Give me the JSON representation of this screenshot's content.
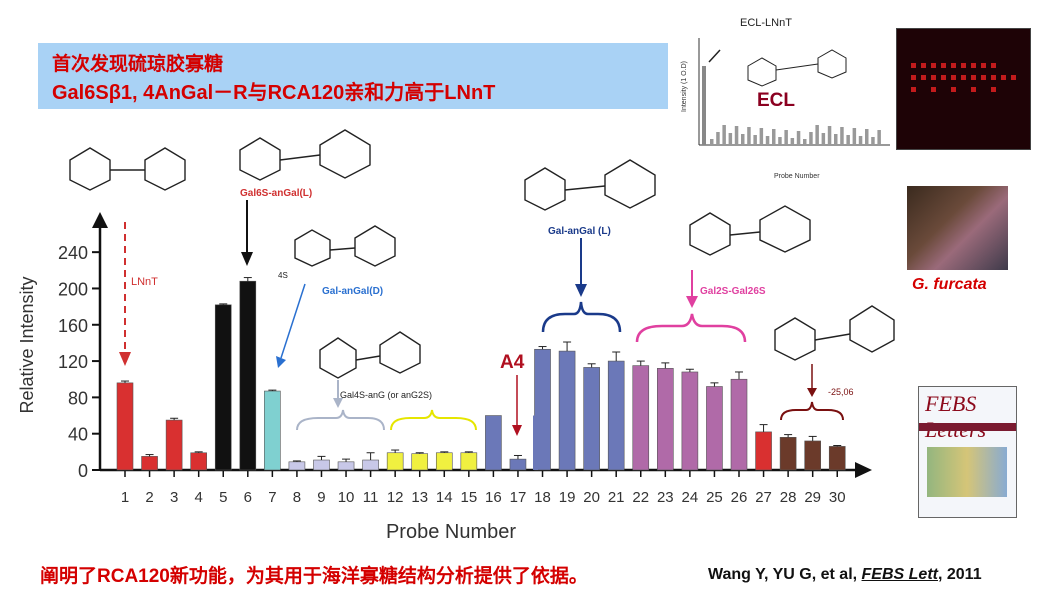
{
  "title": {
    "line1": "首次发现硫琼胶寡糖",
    "line2": "Gal6Sβ1, 4AnGal－R与RCA120亲和力高于LNnT"
  },
  "conclusion": "阐明了RCA120新功能，为其用于海洋寡糖结构分析提供了依据。",
  "citation": {
    "authors": "Wang Y, YU G, et al, ",
    "journal": "FEBS Lett",
    "year": ", 2011"
  },
  "species_label": "G. furcata",
  "ecl_label": "ECL",
  "journal_cover_title": "FEBS Letters",
  "colors": {
    "red": "#d93030",
    "black": "#111111",
    "teal": "#7fd0d0",
    "lavender": "#c8c8e8",
    "yellow": "#f0f040",
    "blue": "#6b78b8",
    "pink": "#b06aa8",
    "brown": "#6b3a2a"
  },
  "annotations": {
    "lnnt": "LNnT",
    "gal6s": "Gal6S-anGal(L)",
    "galangal_d": "Gal-anGal(D)",
    "gal4s": "Gal4S-anG (or anG2S)",
    "a4": "A4",
    "galangal_l": "Gal-anGal (L)",
    "gal2s": "Gal2S-Gal26S",
    "neg": "-25,06",
    "struct_4s": "4S",
    "inset_title": "ECL-LNnT",
    "inset_ylabel": "Intensity (1 O.D)",
    "inset_xlabel": "Probe Number"
  },
  "chart_data": {
    "type": "bar",
    "xlabel": "Probe Number",
    "ylabel": "Relative Intensity",
    "ylim": [
      0,
      260
    ],
    "yticks": [
      0,
      40,
      80,
      120,
      160,
      200,
      240
    ],
    "categories": [
      "1",
      "2",
      "3",
      "4",
      "5",
      "6",
      "7",
      "8",
      "9",
      "10",
      "11",
      "12",
      "13",
      "14",
      "15",
      "16",
      "17",
      "18",
      "19",
      "20",
      "21",
      "22",
      "23",
      "24",
      "25",
      "26",
      "27",
      "28",
      "29",
      "30"
    ],
    "values": [
      96,
      15,
      55,
      19,
      182,
      208,
      87,
      9,
      11,
      9,
      11,
      19,
      18,
      19,
      19,
      60,
      12,
      133,
      131,
      113,
      120,
      115,
      112,
      108,
      92,
      100,
      42,
      36,
      32,
      26
    ],
    "errors": [
      2,
      2,
      2,
      1,
      1,
      4,
      1,
      1,
      4,
      3,
      8,
      3,
      1,
      1,
      1,
      0,
      4,
      3,
      10,
      4,
      10,
      5,
      6,
      3,
      4,
      8,
      8,
      3,
      5,
      1
    ],
    "colors": [
      "#d93030",
      "#d93030",
      "#d93030",
      "#d93030",
      "#111111",
      "#111111",
      "#7fd0d0",
      "#c8c8e8",
      "#c8c8e8",
      "#c8c8e8",
      "#c8c8e8",
      "#f0f040",
      "#f0f040",
      "#f0f040",
      "#f0f040",
      "#6b78b8",
      "#6b78b8",
      "#6b78b8",
      "#6b78b8",
      "#6b78b8",
      "#6b78b8",
      "#b06aa8",
      "#b06aa8",
      "#b06aa8",
      "#b06aa8",
      "#b06aa8",
      "#d93030",
      "#6b3a2a",
      "#6b3a2a",
      "#6b3a2a"
    ],
    "grid": false
  }
}
